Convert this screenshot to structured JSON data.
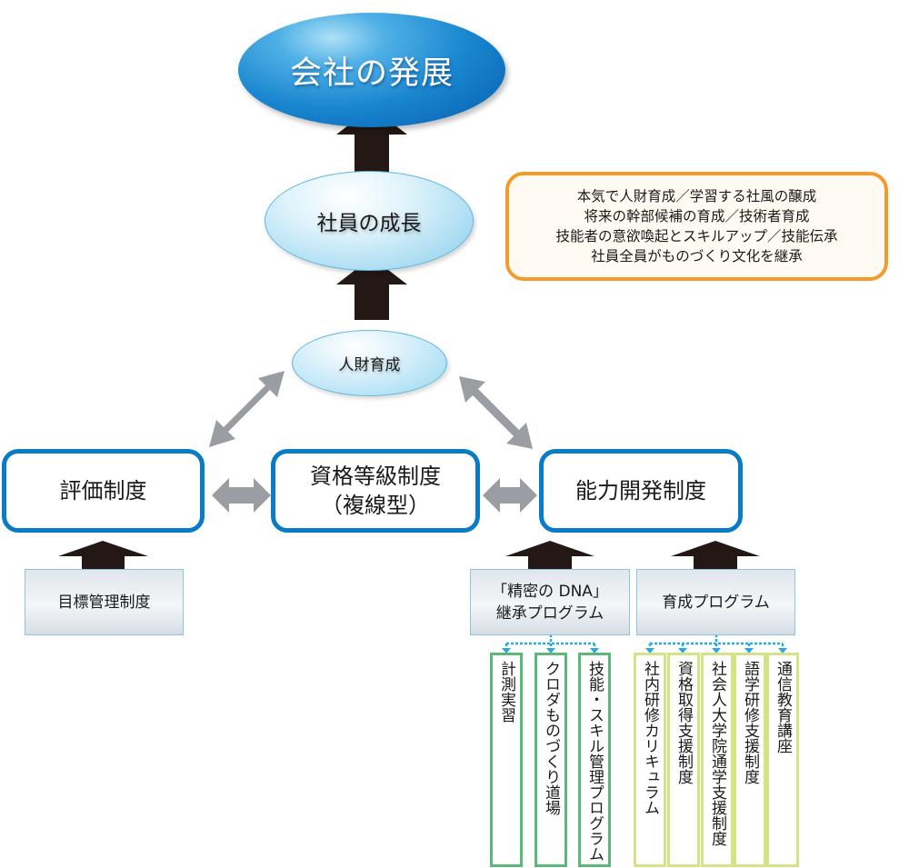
{
  "diagram": {
    "top_goal": "会社の発展",
    "growth": "社員の成長",
    "hr_development": "人財育成",
    "goals_box": {
      "lines": [
        "本気で人財育成／学習する社風の醸成",
        "将来の幹部候補の育成／技術者育成",
        "技能者の意欲喚起とスキルアップ／技能伝承",
        "社員全員がものづくり文化を継承"
      ]
    },
    "systems": {
      "evaluation": "評価制度",
      "qualification": {
        "line1": "資格等級制度",
        "line2": "（複線型）"
      },
      "capability": "能力開発制度"
    },
    "sub_programs": {
      "objective_management": "目標管理制度",
      "dna_program": {
        "line1": "「精密の DNA」",
        "line2": "継承プログラム"
      },
      "training_program": "育成プログラム"
    },
    "dna_items": [
      "計測実習",
      "クロダものづくり道場",
      "技能・スキル管理プログラム"
    ],
    "training_items": [
      "社内研修カリキュラム",
      "資格取得支援制度",
      "社会人大学院通学支援制度",
      "語学研修支援制度",
      "通信教育講座"
    ],
    "colors": {
      "main_blue": "#0a7cc6",
      "orange": "#f39a2b",
      "arrow_dark": "#231815",
      "arrow_gray": "#9a9ea3",
      "connector": "#29a9e0",
      "green_border": "#5ab879",
      "lime_border": "#d3e487"
    }
  }
}
